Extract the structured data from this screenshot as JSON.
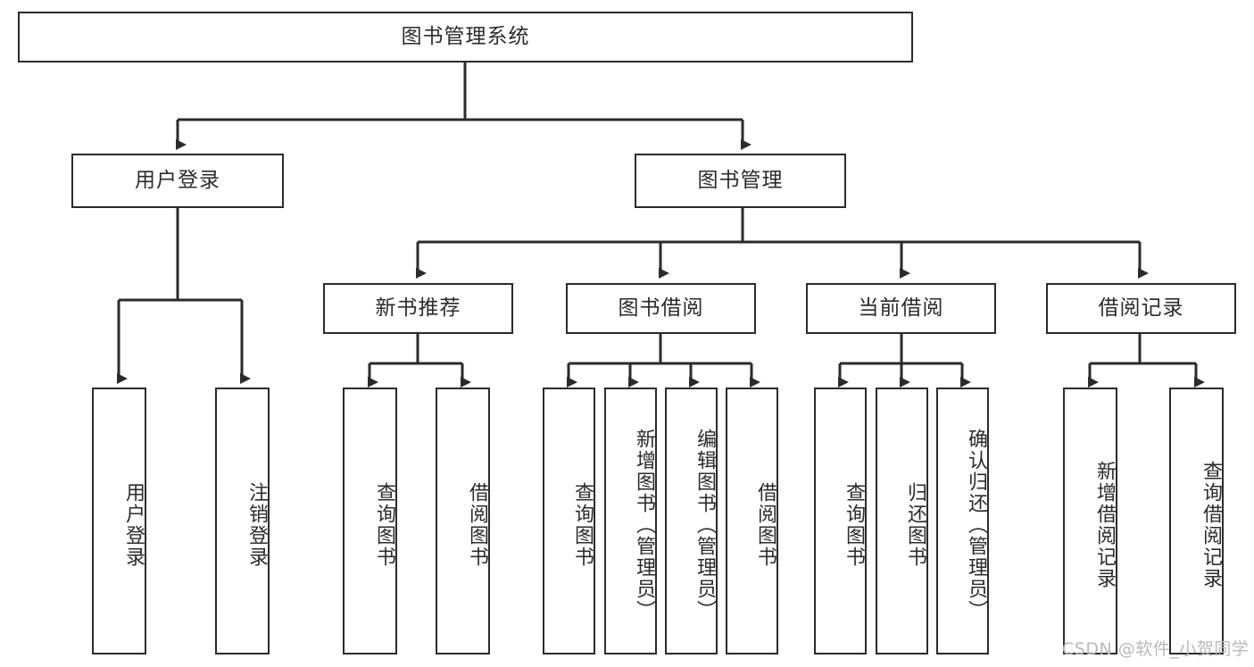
{
  "diagram": {
    "type": "tree",
    "title": "图书管理系统",
    "watermark": "CSDN @软件_小贺同学",
    "colors": {
      "stroke": "#2b2b2b",
      "fill": "#ffffff",
      "background": "#ffffff",
      "watermark": "#b9b9b9"
    },
    "nodes": {
      "root": {
        "label": "图书管理系统"
      },
      "level2": [
        {
          "id": "user-login",
          "label": "用户登录"
        },
        {
          "id": "book-manage",
          "label": "图书管理"
        }
      ],
      "level3": [
        {
          "id": "new-book-recommend",
          "label": "新书推荐"
        },
        {
          "id": "book-borrow",
          "label": "图书借阅"
        },
        {
          "id": "current-borrow",
          "label": "当前借阅"
        },
        {
          "id": "borrow-record",
          "label": "借阅记录"
        }
      ],
      "leaves": {
        "user_login": [
          {
            "id": "leaf-user-login",
            "label": "用户登录"
          },
          {
            "id": "leaf-logout-login",
            "label": "注销登录"
          }
        ],
        "new_book_recommend": [
          {
            "id": "leaf-query-book-1",
            "label": "查询图书"
          },
          {
            "id": "leaf-borrow-book-1",
            "label": "借阅图书"
          }
        ],
        "book_borrow": [
          {
            "id": "leaf-query-book-2",
            "label": "查询图书"
          },
          {
            "id": "leaf-add-book",
            "label": "新增图书（管理员）"
          },
          {
            "id": "leaf-edit-book",
            "label": "编辑图书（管理员）"
          },
          {
            "id": "leaf-borrow-book-2",
            "label": "借阅图书"
          }
        ],
        "current_borrow": [
          {
            "id": "leaf-query-book-3",
            "label": "查询图书"
          },
          {
            "id": "leaf-return-book",
            "label": "归还图书"
          },
          {
            "id": "leaf-confirm-return",
            "label": "确认归还（管理员）"
          }
        ],
        "borrow_record": [
          {
            "id": "leaf-add-record",
            "label": "新增借阅记录"
          },
          {
            "id": "leaf-query-record",
            "label": "查询借阅记录"
          }
        ]
      }
    }
  }
}
